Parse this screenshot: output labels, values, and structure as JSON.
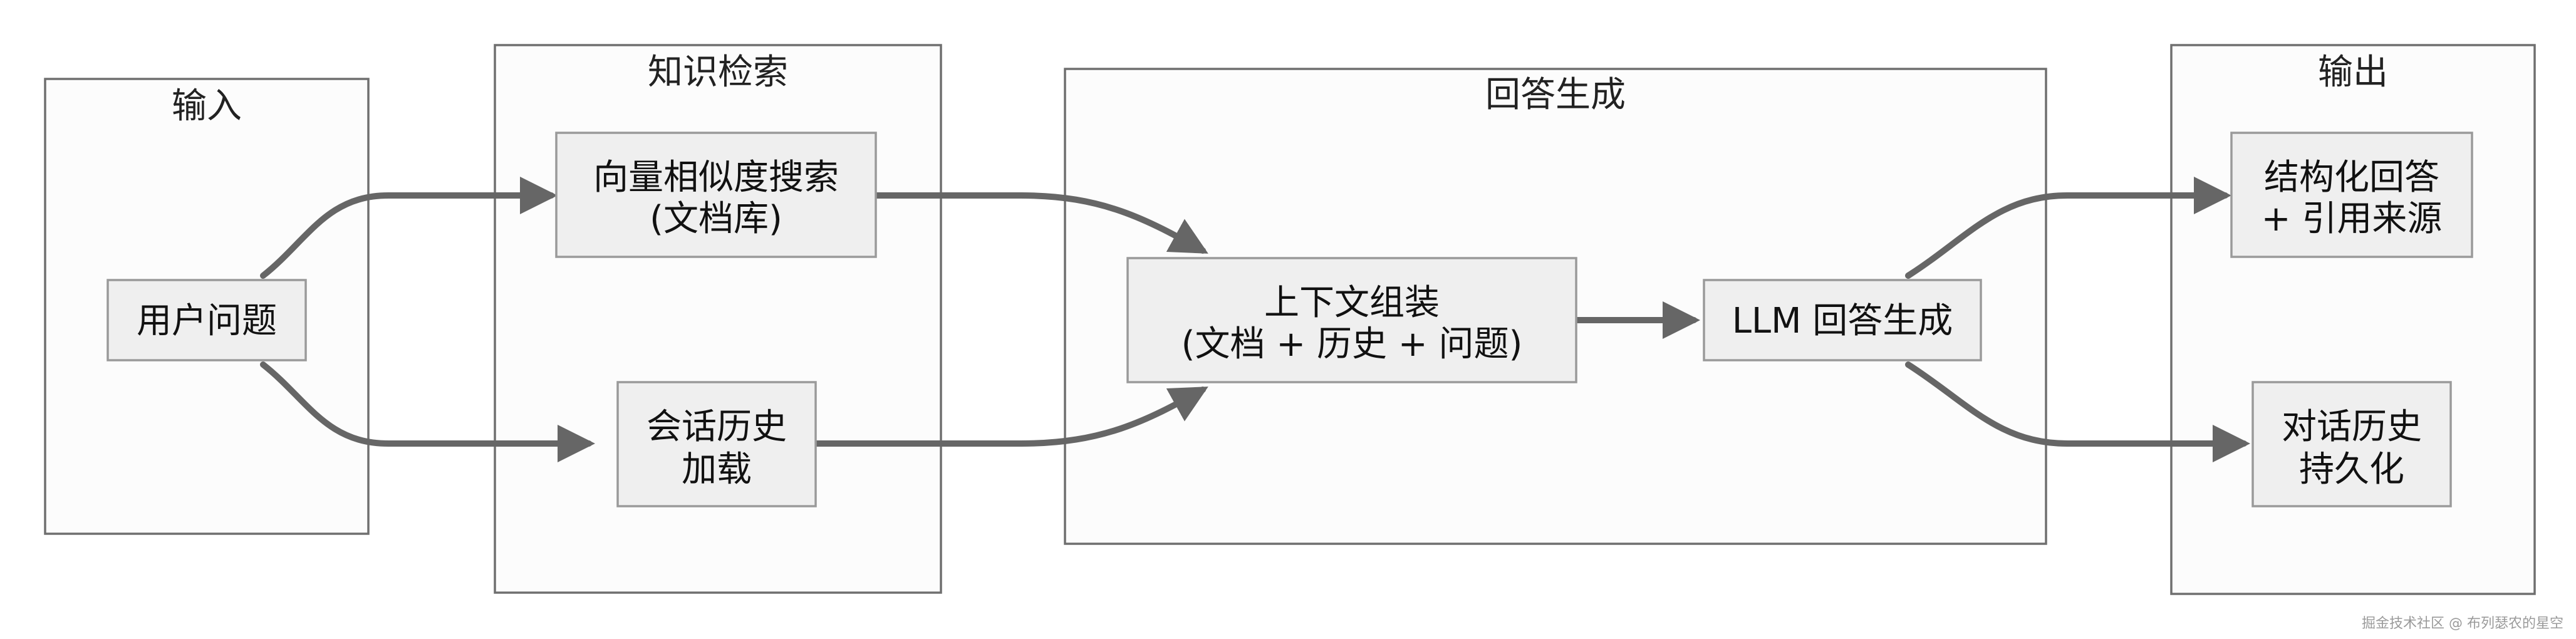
{
  "clusters": {
    "input": {
      "title": "输入"
    },
    "retrieval": {
      "title": "知识检索"
    },
    "generation": {
      "title": "回答生成"
    },
    "output": {
      "title": "输出"
    }
  },
  "nodes": {
    "user_question": {
      "lines": [
        "用户问题"
      ]
    },
    "vector_search": {
      "lines": [
        "向量相似度搜索",
        "(文档库)"
      ]
    },
    "history_load": {
      "lines": [
        "会话历史",
        "加载"
      ]
    },
    "context_assembly": {
      "lines": [
        "上下文组装",
        "(文档 + 历史 + 问题)"
      ]
    },
    "llm_generate": {
      "lines": [
        "LLM 回答生成"
      ]
    },
    "structured_answer": {
      "lines": [
        "结构化回答",
        "+ 引用来源"
      ]
    },
    "history_persist": {
      "lines": [
        "对话历史",
        "持久化"
      ]
    }
  },
  "watermark": "掘金技术社区 @ 布列瑟农的星空",
  "colors": {
    "cluster_fill": "#fcfcfc",
    "cluster_border": "#6f6f6f",
    "node_fill": "#efefef",
    "node_border": "#9a9a9a",
    "edge": "#666666"
  }
}
